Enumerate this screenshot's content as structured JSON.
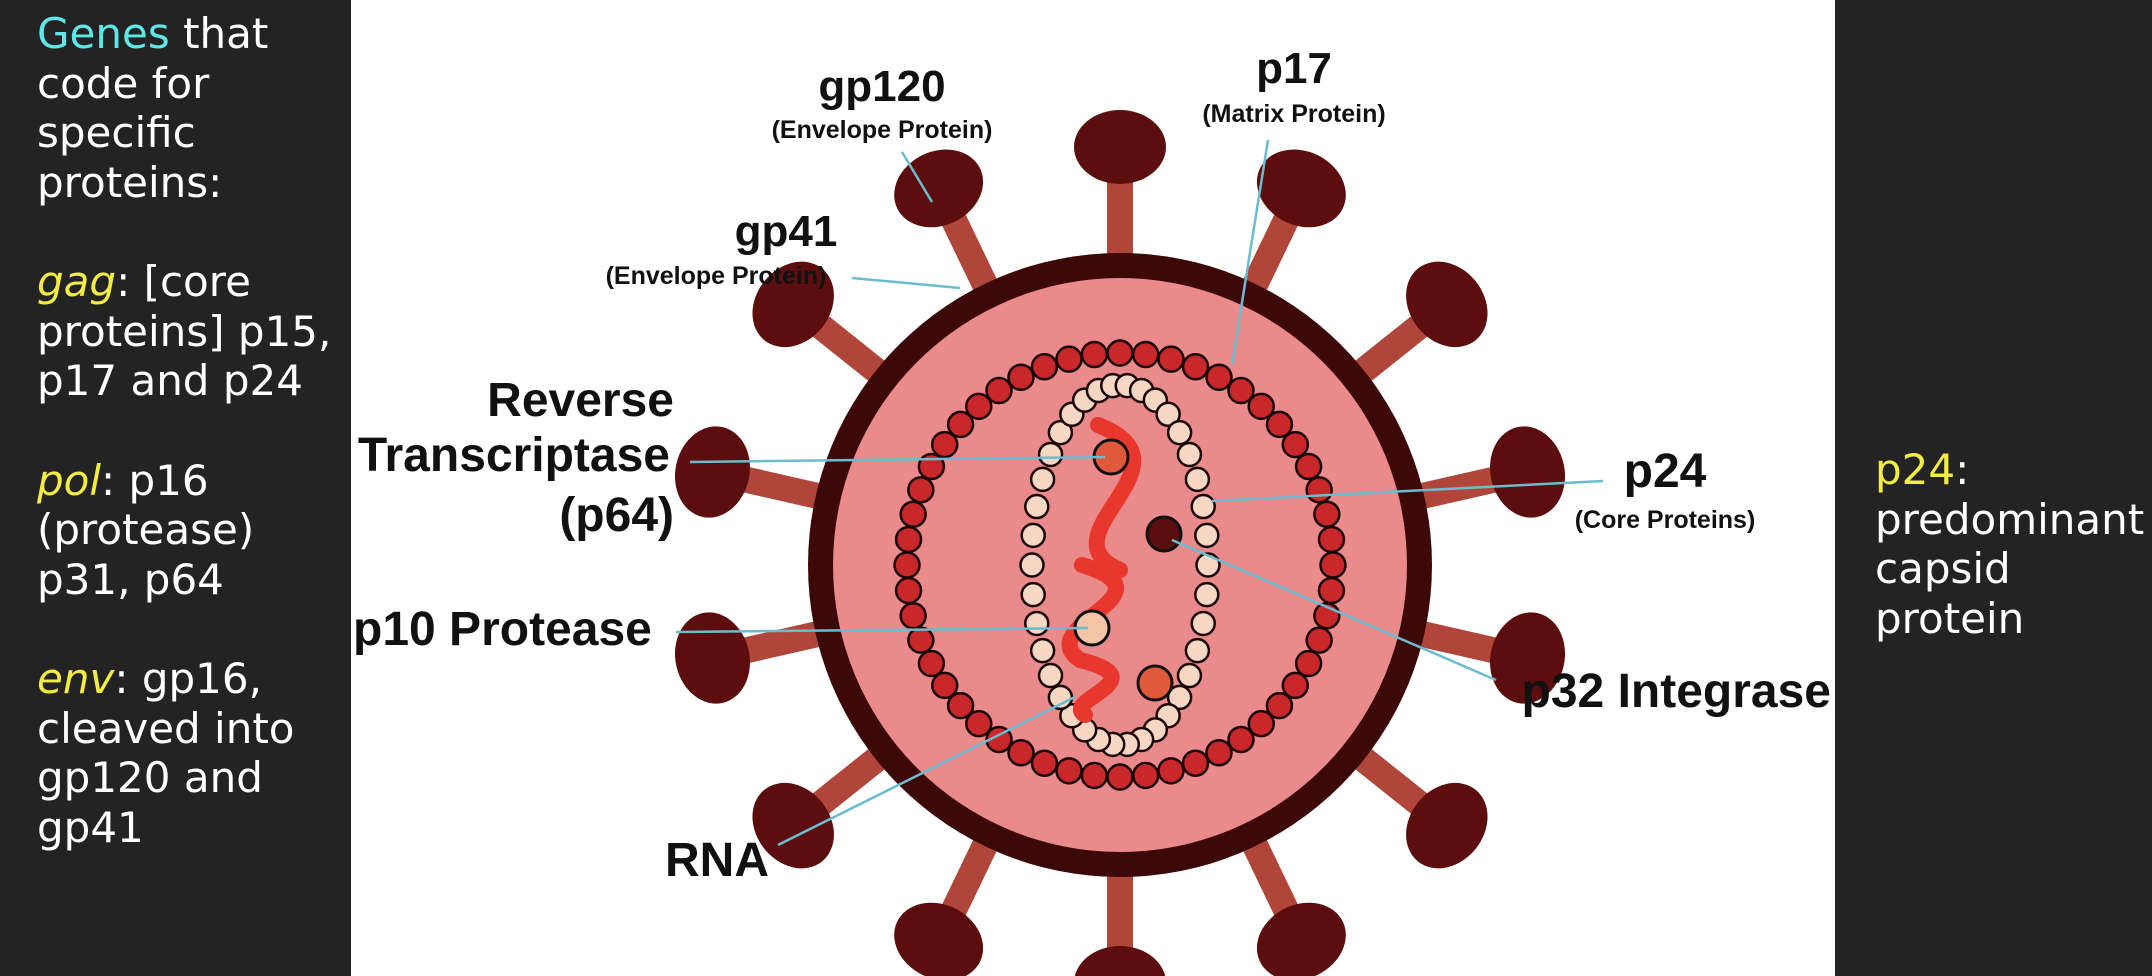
{
  "left_panel": {
    "intro_highlight": "Genes",
    "intro_rest": " that code for specific proteins:",
    "gag_term": "gag",
    "gag_text": ": [core proteins] p15, p17 and p24",
    "pol_term": "pol",
    "pol_text": ": p16 (protease) p31, p64",
    "env_term": "env",
    "env_text": ": gp16, cleaved into gp120 and gp41"
  },
  "right_panel": {
    "term": "p24",
    "text": ": predominant capsid protein"
  },
  "diagram": {
    "labels": {
      "gp120": "gp120",
      "gp120_sub": "(Envelope Protein)",
      "p17": "p17",
      "p17_sub": "(Matrix Protein)",
      "gp41": "gp41",
      "gp41_sub": "(Envelope Protein)",
      "rt_line1": "Reverse",
      "rt_line2": "Transcriptase",
      "rt_line3": "(p64)",
      "p24": "p24",
      "p24_sub": "(Core Proteins)",
      "p10": "p10 Protease",
      "p32": "p32 Integrase",
      "rna": "RNA"
    }
  },
  "colors": {
    "accent_cyan": "#5ee8e8",
    "accent_yellow": "#f3ec45",
    "envelope_dark": "#3d0808",
    "capsid_pink": "#ea8a8a",
    "spike_stem": "#b0463a",
    "spike_head": "#5c0d0d",
    "bead_red": "#c8282a",
    "bead_cream": "#f6d7c3",
    "rna_red": "#e8372c",
    "leader_line": "#6cbcd0"
  }
}
